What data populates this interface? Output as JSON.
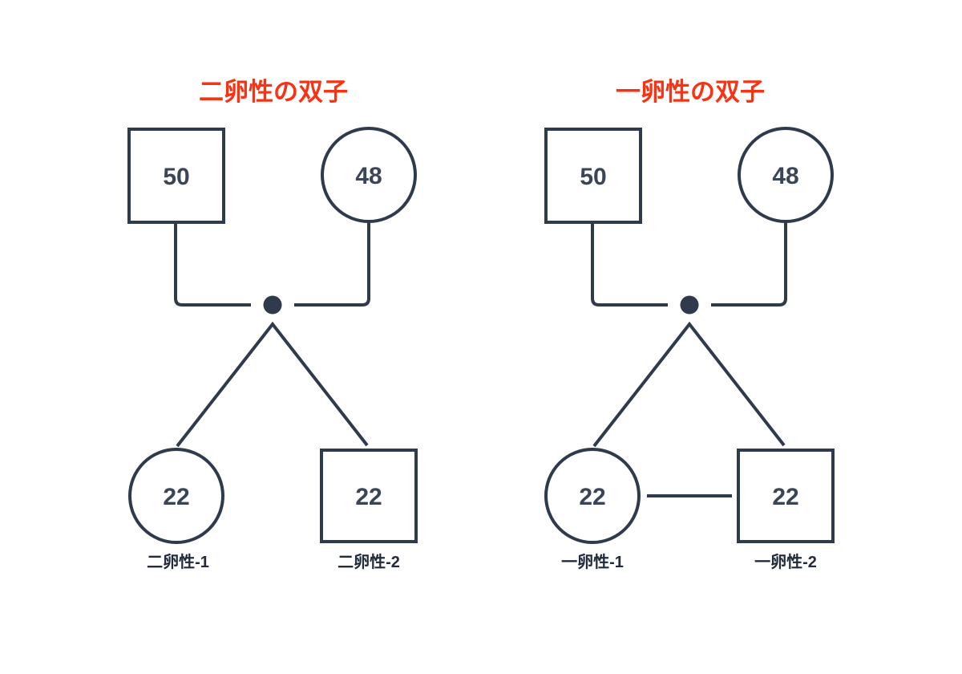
{
  "colors": {
    "stroke": "#2F3A4C",
    "number": "#3A4557",
    "caption": "#222B3C",
    "title": "#FA3214",
    "background": "#FFFFFF"
  },
  "diagrams": {
    "fraternal": {
      "title": "二卵性の双子",
      "father": {
        "age": "50"
      },
      "mother": {
        "age": "48"
      },
      "twin1": {
        "age": "22",
        "label": "二卵性-1"
      },
      "twin2": {
        "age": "22",
        "label": "二卵性-2"
      }
    },
    "identical": {
      "title": "一卵性の双子",
      "father": {
        "age": "50"
      },
      "mother": {
        "age": "48"
      },
      "twin1": {
        "age": "22",
        "label": "一卵性-1"
      },
      "twin2": {
        "age": "22",
        "label": "一卵性-2"
      }
    }
  }
}
